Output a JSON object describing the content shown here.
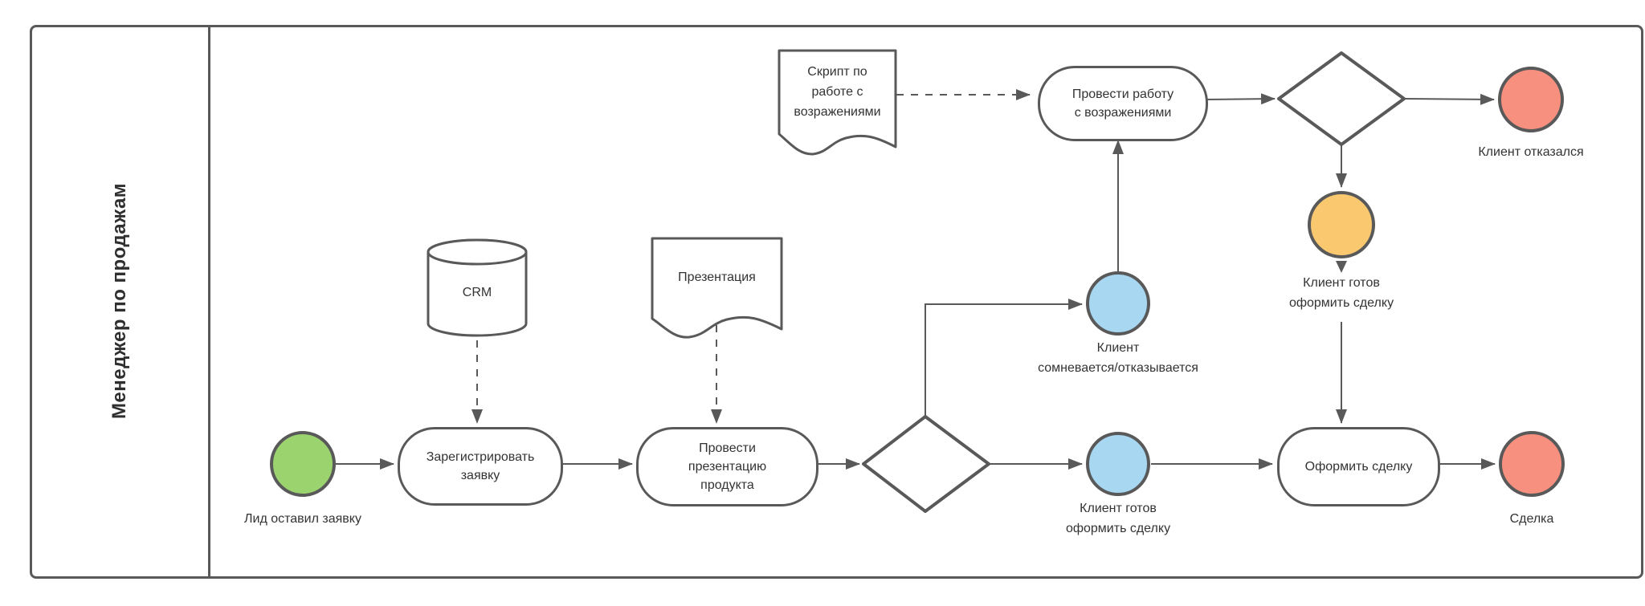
{
  "diagram": {
    "lane_title": "Менеджер по продажам",
    "colors": {
      "start_event_fill": "#9BD36F",
      "intermediate_event_fill": "#A7D7F1",
      "escalation_event_fill": "#F9C86F",
      "end_event_fill": "#F7907E",
      "shape_stroke": "#595959",
      "text": "#333333"
    },
    "nodes": {
      "start_event_label": "Лид оставил заявку",
      "task_register": "Зарегистрировать\nзаявку",
      "data_store_crm": "CRM",
      "doc_presentation": "Презентация",
      "task_presentation": "Провести\nпрезентацию\nпродукта",
      "event_client_doubts": "Клиент\nсомневается/отказывается",
      "event_client_ready": "Клиент готов\nоформить сделку",
      "doc_objection_script": "Скрипт по\nработе с\nвозражениями",
      "task_objections": "Провести работу\nс возражениями",
      "event_client_refused": "Клиент отказался",
      "event_ready_after_objections": "Клиент готов\nоформить сделку",
      "task_deal": "Оформить сделку",
      "event_deal": "Сделка"
    }
  }
}
